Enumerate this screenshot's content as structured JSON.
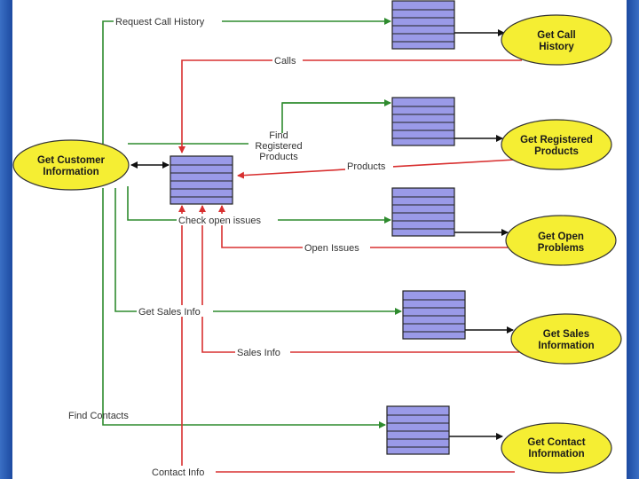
{
  "nodes": {
    "get_customer_info": [
      "Get Customer",
      "Information"
    ],
    "get_call_history": [
      "Get Call",
      "History"
    ],
    "get_registered_products": [
      "Get Registered",
      "Products"
    ],
    "get_open_problems": [
      "Get Open",
      "Problems"
    ],
    "get_sales_info": [
      "Get Sales",
      "Information"
    ],
    "get_contact_info": [
      "Get Contact",
      "Information"
    ]
  },
  "flows": {
    "request_call_history": "Request Call History",
    "calls": "Calls",
    "find_registered_1": "Find",
    "find_registered_2": "Registered",
    "find_registered_3": "Products",
    "products": "Products",
    "check_open_issues": "Check open issues",
    "open_issues": "Open Issues",
    "get_sales_info": "Get Sales Info",
    "sales_info": "Sales Info",
    "find_contacts": "Find Contacts",
    "contact_info": "Contact Info"
  },
  "colors": {
    "request_line": "#2e8b2e",
    "response_line": "#d83030",
    "node_fill": "#f5ee33",
    "datastore_fill": "#9a9ae8",
    "background": "#1f4fa8"
  }
}
